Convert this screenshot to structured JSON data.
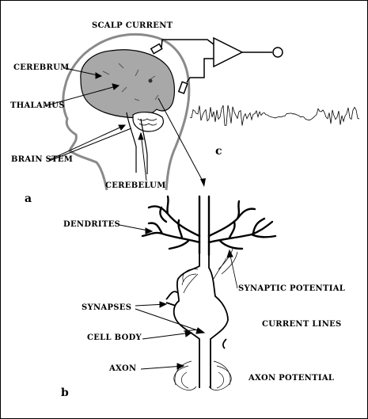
{
  "labels": {
    "scalp_current": "SCALP CURRENT",
    "cerebrum": "CEREBRUM",
    "thalamus": "THALAMUS",
    "brain_stem": "BRAIN STEM",
    "cerebelum": "CEREBELUM",
    "dendrites": "DENDRITES",
    "synaptic_potential": "SYNAPTIC POTENTIAL",
    "synapses": "SYNAPSES",
    "current_lines": "CURRENT LINES",
    "cell_body": "CELL BODY",
    "axon": "AXON",
    "axon_potential": "AXON POTENTIAL"
  },
  "panels": {
    "a": "a",
    "b": "b",
    "c": "c"
  },
  "colors": {
    "brain_fill": "#a8a8a8",
    "head_outline": "#8a8a8a",
    "ink": "#000000"
  }
}
